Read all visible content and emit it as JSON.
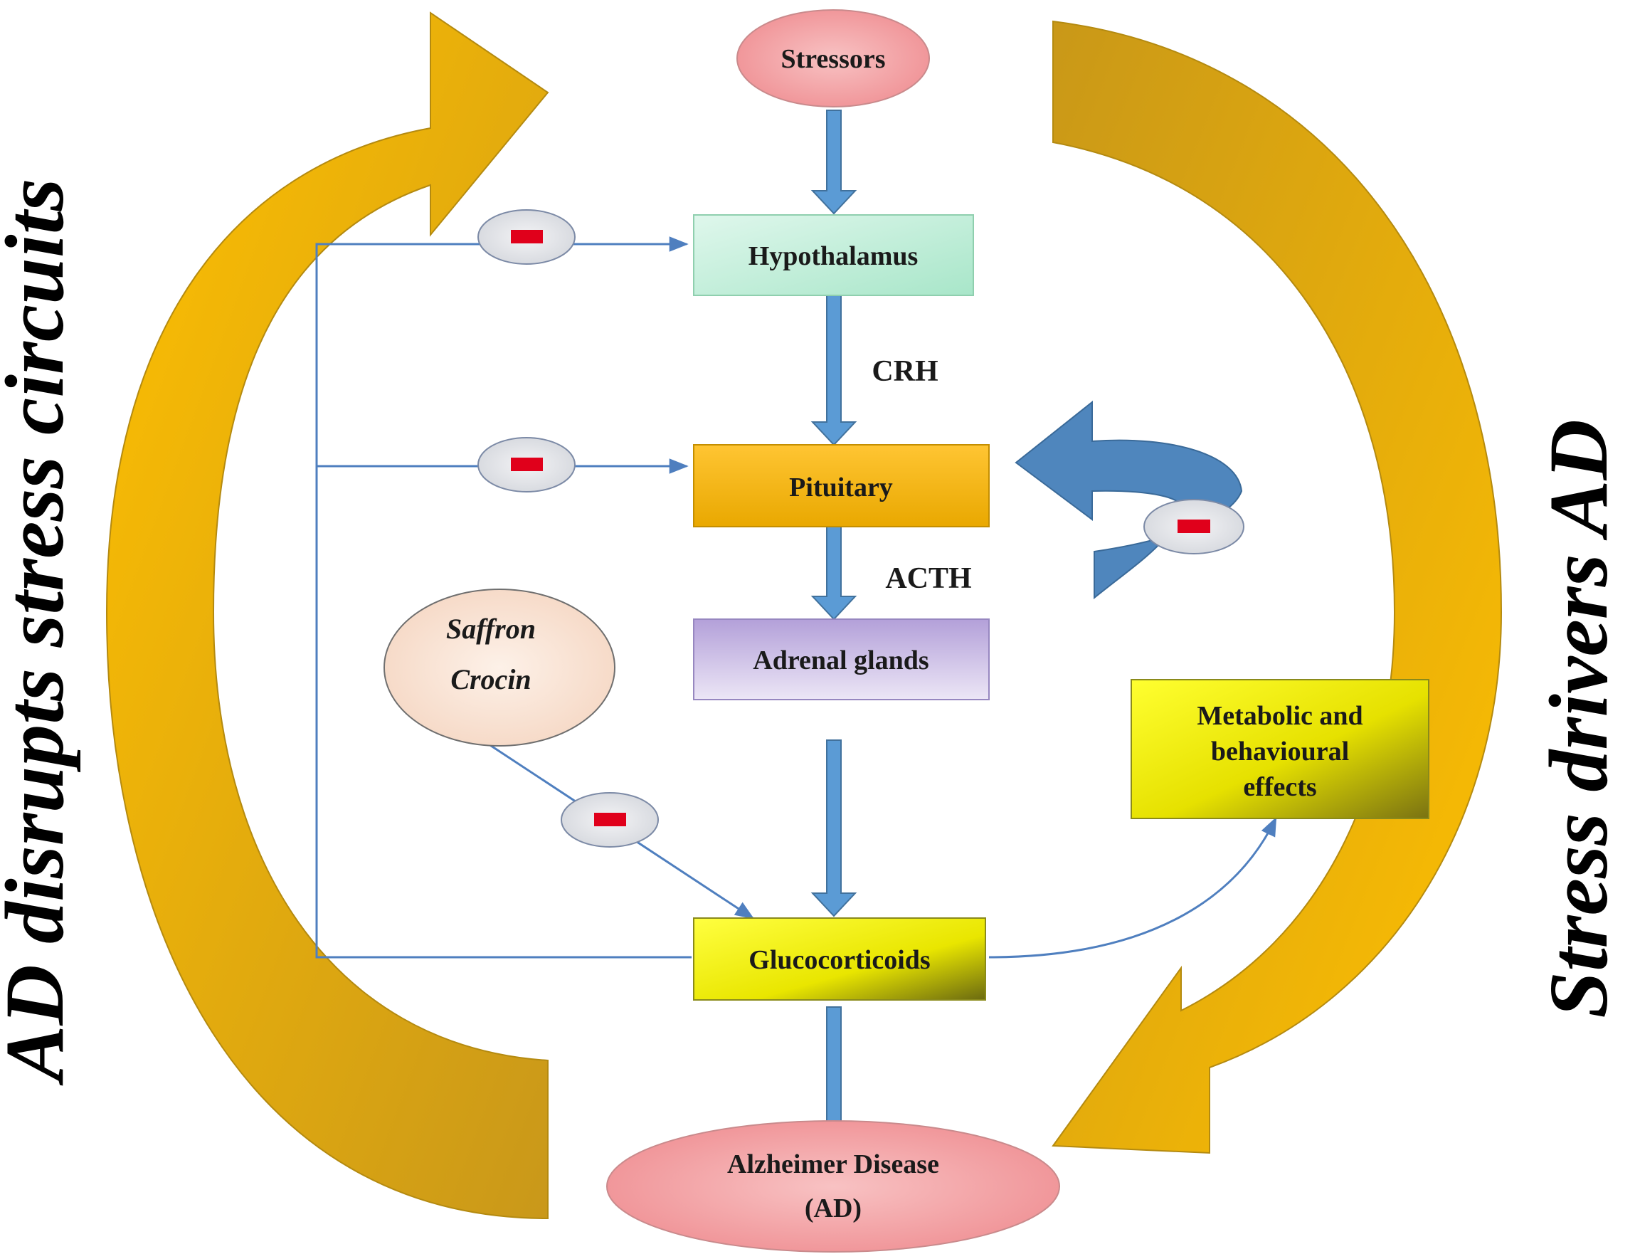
{
  "side_labels": {
    "left": "AD disrupts stress circuits",
    "right": "Stress drivers AD"
  },
  "nodes": {
    "stressors": "Stressors",
    "hypothalamus": "Hypothalamus",
    "pituitary": "Pituitary",
    "adrenal": "Adrenal glands",
    "glucocorticoids": "Glucocorticoids",
    "alzheimer_line1": "Alzheimer Disease",
    "alzheimer_line2": "(AD)",
    "saffron": "Saffron",
    "crocin": "Crocin",
    "metabolic_line1": "Metabolic and",
    "metabolic_line2": "behavioural",
    "metabolic_line3": "effects"
  },
  "edge_labels": {
    "crh": "CRH",
    "acth": "ACTH"
  },
  "colors": {
    "gold_arrow": "#FFC000",
    "gold_arrow_dark": "#C9A000",
    "blue_arrow": "#5B9BD5",
    "pink_ellipse": "#F4A3A6",
    "hypothalamus_fill": "#C7F0DE",
    "pituitary_fill": "#F2B200",
    "adrenal_fill": "#C8B8E6",
    "gluco_fill": "#F2F200",
    "minus_red": "#E0001B"
  }
}
